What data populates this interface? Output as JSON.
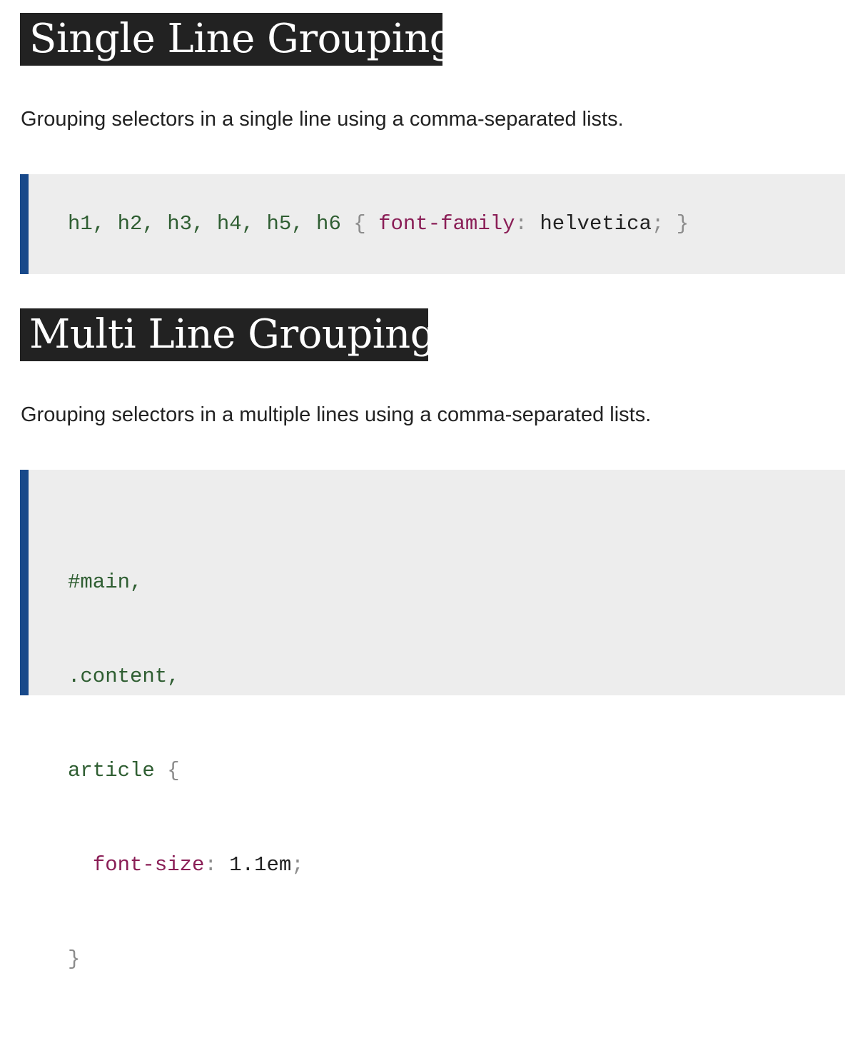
{
  "sections": [
    {
      "heading": "Single Line Grouping",
      "description": "Grouping selectors in a single line using a comma-separated lists.",
      "code": {
        "selector": "h1, h2, h3, h4, h5, h6",
        "open_brace": "{",
        "property": "font-family",
        "colon": ":",
        "value": "helvetica",
        "semicolon": ";",
        "close_brace": "}"
      }
    },
    {
      "heading": "Multi Line Grouping",
      "description": "Grouping selectors in a multiple lines using a comma-separated lists.",
      "code": {
        "selector_1": "#main,",
        "selector_2": ".content,",
        "selector_3": "article",
        "open_brace": "{",
        "property": "font-size",
        "colon": ":",
        "value": "1.1em",
        "semicolon": ";",
        "close_brace": "}"
      }
    }
  ],
  "colors": {
    "heading_bg": "#222222",
    "heading_text": "#ffffff",
    "code_bg": "#ededed",
    "code_border": "#18498a",
    "selector": "#2f5e32",
    "property": "#8a1e56",
    "punctuation": "#8c8c8c"
  }
}
